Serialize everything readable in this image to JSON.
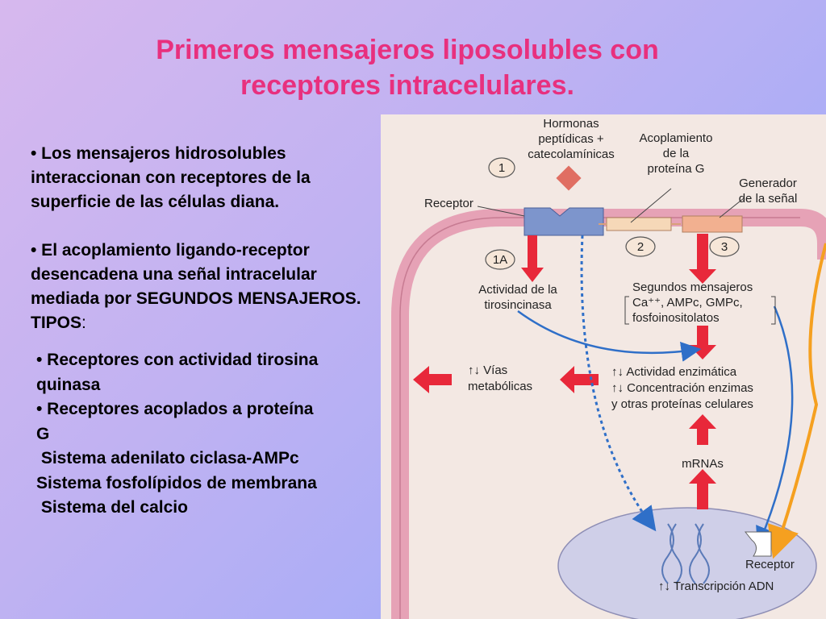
{
  "slide": {
    "title_line1": "Primeros mensajeros liposolubles con",
    "title_line2": "receptores intracelulares.",
    "bullet1": "• Los mensajeros hidrosolubles interaccionan con receptores de la superficie de las células diana.",
    "bullet2_main": "• El acoplamiento ligando-receptor desencadena una señal intracelular mediada por SEGUNDOS MENSAJEROS. TIPOS",
    "bullet2_colon": ":",
    "sub_items": [
      "• Receptores con actividad tirosina quinasa",
      "• Receptores acoplados a proteína G",
      " Sistema adenilato ciclasa-AMPc",
      "Sistema fosfolípidos de membrana",
      " Sistema del calcio"
    ]
  },
  "diagram": {
    "hormones_l1": "Hormonas",
    "hormones_l2": "peptídicas +",
    "hormones_l3": "catecolamínicas",
    "coupling_l1": "Acoplamiento",
    "coupling_l2": "de la",
    "coupling_l3": "proteína G",
    "generator_l1": "Generador",
    "generator_l2": "de la señal",
    "receptor": "Receptor",
    "step1": "1",
    "step1a": "1A",
    "step2": "2",
    "step3": "3",
    "tk_l1": "Actividad de la",
    "tk_l2": "tirosincinasa",
    "second_l1": "Segundos mensajeros",
    "second_l2": "Ca⁺⁺, AMPc, GMPc,",
    "second_l3": "fosfoinositolatos",
    "metab_l1": "↑↓ Vías",
    "metab_l2": "metabólicas",
    "enz_l1": "↑↓ Actividad enzimática",
    "enz_l2": "↑↓ Concentración enzimas",
    "enz_l3": "y otras proteínas celulares",
    "mrna": "mRNAs",
    "nucleus_receptor": "Receptor",
    "transcription": "↑↓ Transcripción ADN"
  },
  "colors": {
    "title": "#e8307e",
    "arrow_red": "#e8283a",
    "arrow_blue": "#2f6fc8",
    "arrow_orange": "#f5a020",
    "membrane": "#e6a2b6",
    "nucleus": "#cfcfe8",
    "receptor_blue": "#7d95cc",
    "hormone_diamond": "#e06e62"
  }
}
